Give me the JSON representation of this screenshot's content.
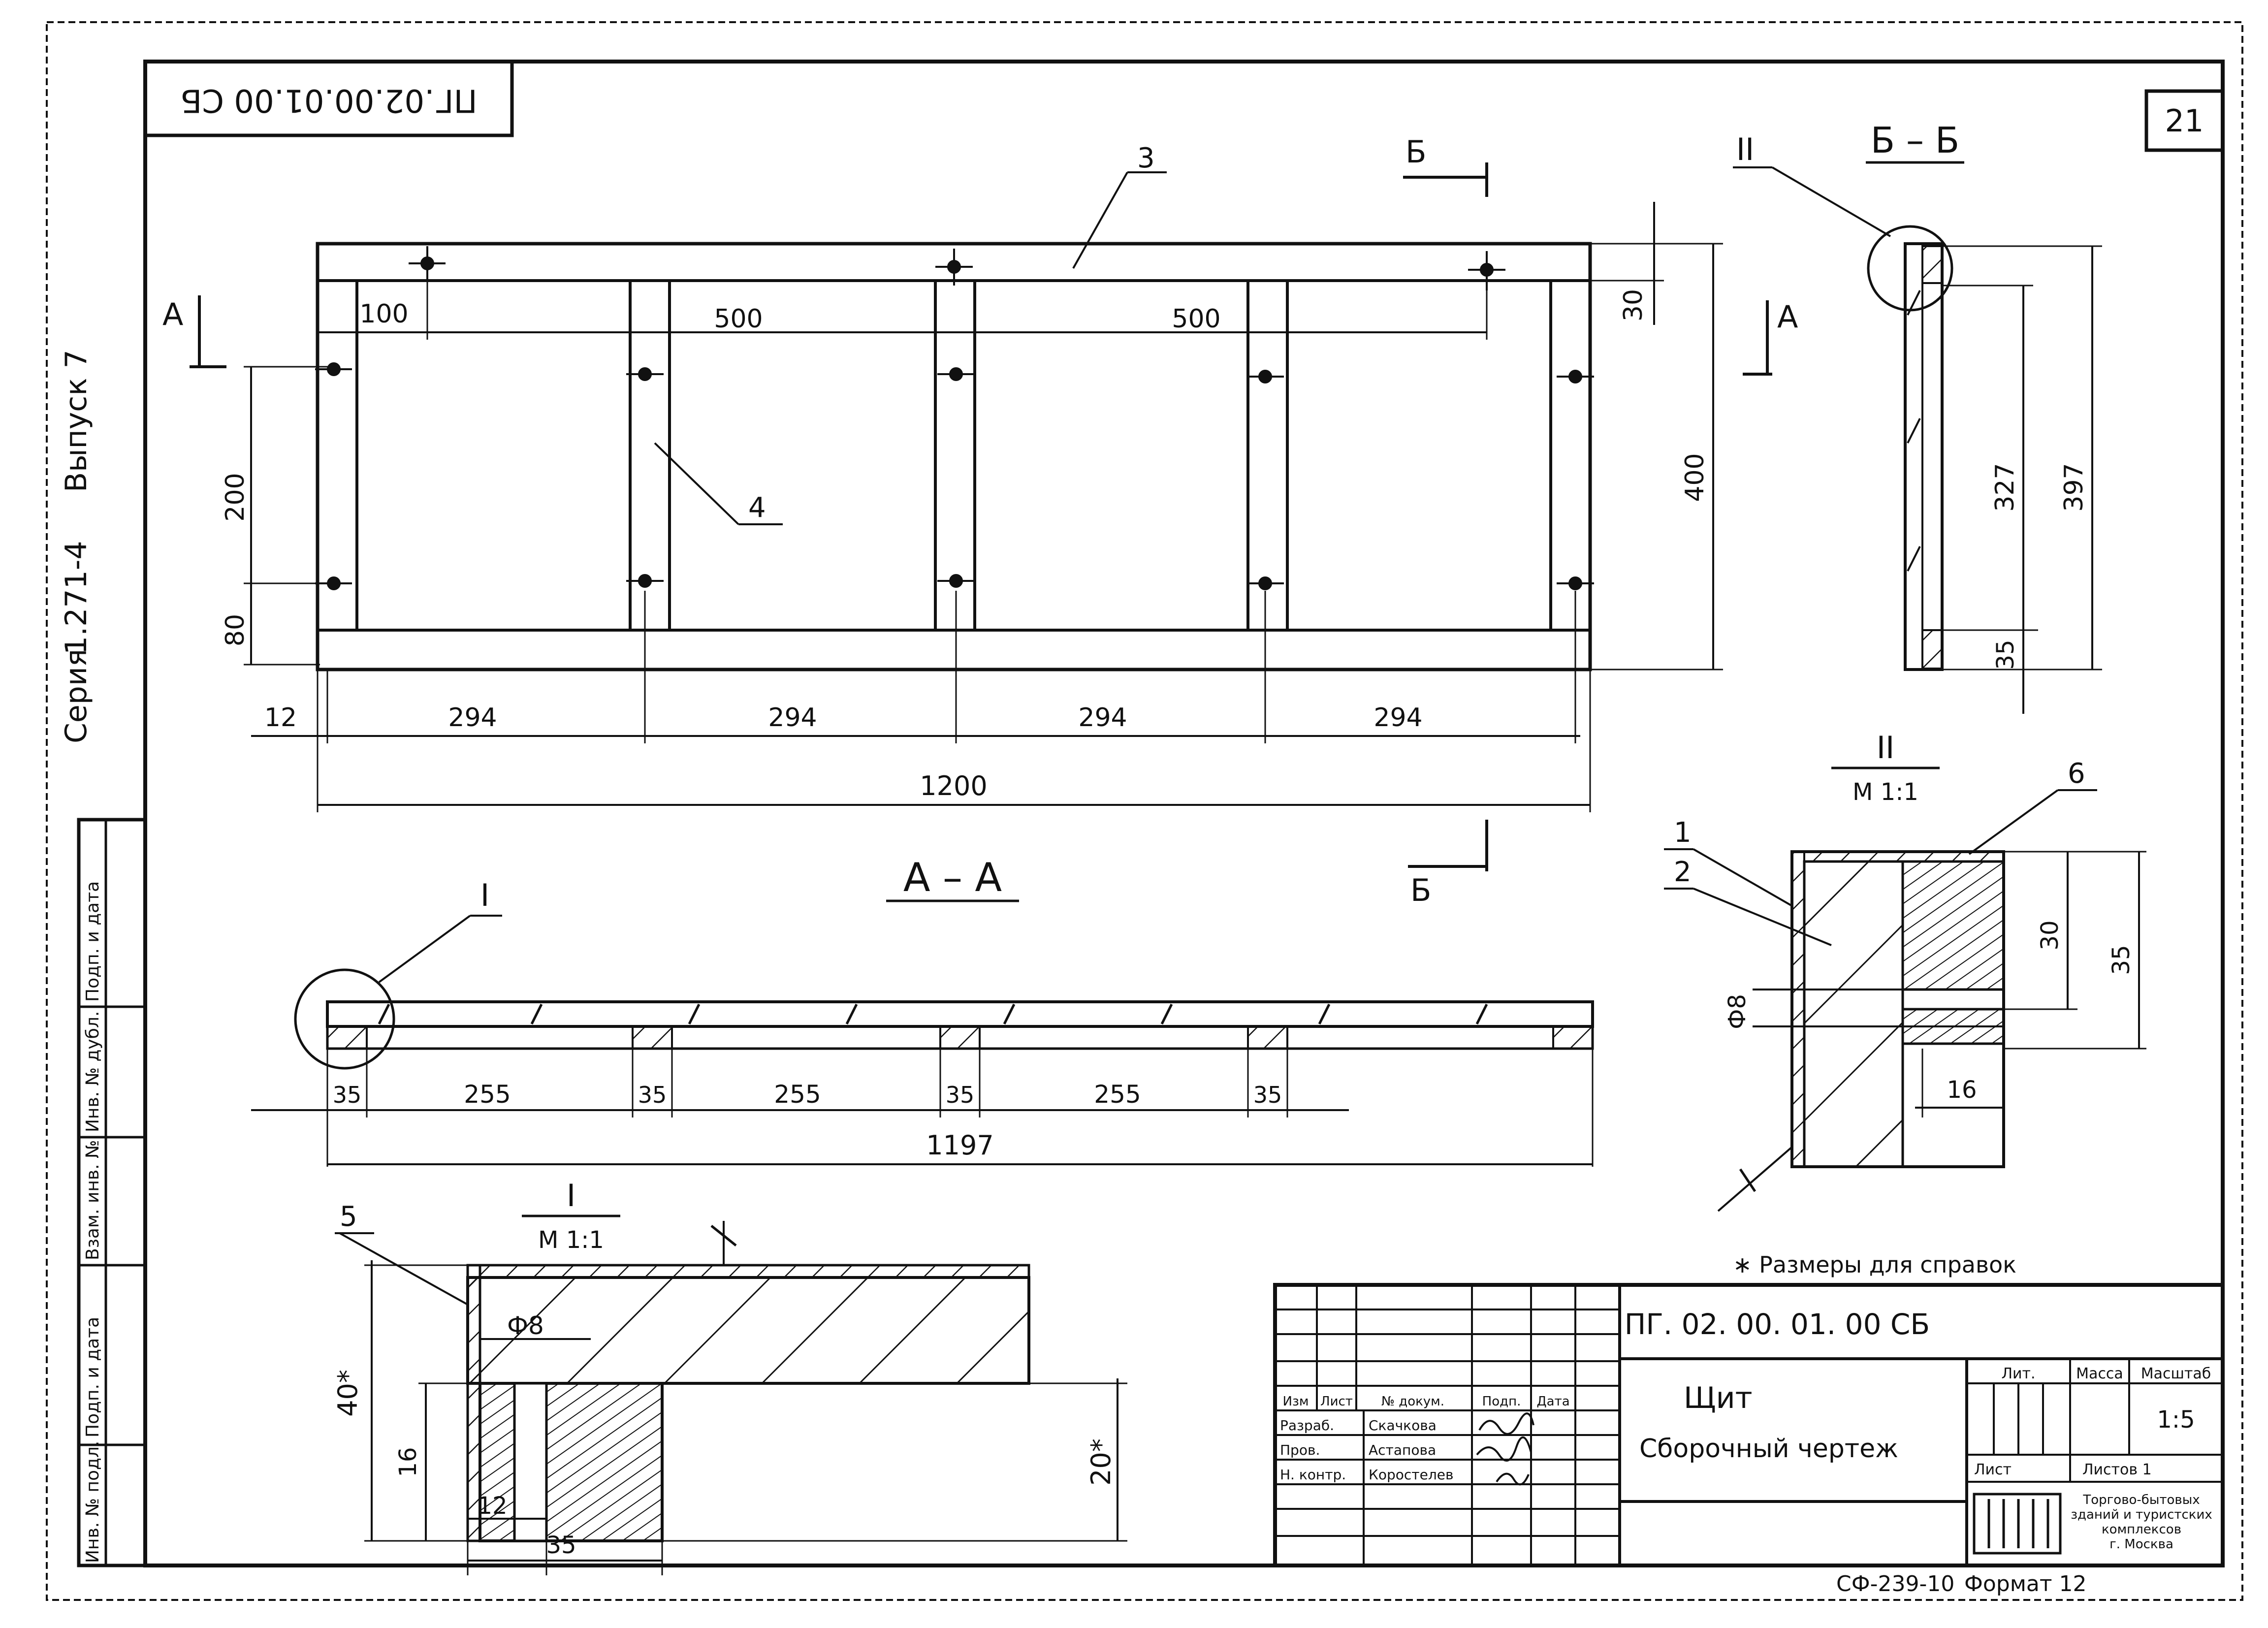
{
  "sheet": {
    "number": "21",
    "code_rotated": "ПГ.02.00.01.00 СБ",
    "series": "Серия",
    "series_number": "1.271-4",
    "issue": "Выпуск 7",
    "footer_code": "СФ-239-10",
    "format": "Формат 12",
    "note": "∗ Размеры для справок"
  },
  "left_stamp": [
    "Инв. № подл.",
    "Подп. и дата",
    "Взам. инв. №",
    "Инв. № дубл.",
    "Подп. и дата"
  ],
  "plan_view": {
    "part_labels": [
      "3",
      "4"
    ],
    "section_marks": [
      "А",
      "А",
      "Б",
      "Б"
    ],
    "dims": {
      "d100": "100",
      "d500a": "500",
      "d500b": "500",
      "d200": "200",
      "d80": "80",
      "d30": "30",
      "d400": "400",
      "d12": "12",
      "d294a": "294",
      "d294b": "294",
      "d294c": "294",
      "d294d": "294",
      "d1200": "1200"
    }
  },
  "section_bb": {
    "title": "Б – Б",
    "callout": "II",
    "dims": {
      "d327": "327",
      "d397": "397",
      "d35": "35"
    }
  },
  "section_aa": {
    "title": "А – А",
    "callout": "I",
    "dims": {
      "d35a": "35",
      "d255a": "255",
      "d35b": "35",
      "d255b": "255",
      "d35c": "35",
      "d255c": "255",
      "d35d": "35",
      "d1197": "1197"
    }
  },
  "detail_1": {
    "title": "I",
    "scale": "М 1:1",
    "part_label": "5",
    "dims": {
      "d40": "40*",
      "d16": "16",
      "dphi8": "Ф8",
      "d12": "12",
      "d35": "35",
      "d20": "20*"
    }
  },
  "detail_2": {
    "title": "II",
    "scale": "М 1:1",
    "part_labels": [
      "1",
      "2",
      "6"
    ],
    "dims": {
      "dphi8": "Ф8",
      "d30": "30",
      "d35": "35",
      "d16": "16"
    }
  },
  "title_block": {
    "designation": "ПГ. 02. 00. 01. 00 СБ",
    "name_line1": "Щит",
    "name_line2": "Сборочный чертеж",
    "headers": [
      "Изм",
      "Лист",
      "№ докум.",
      "Подп.",
      "Дата"
    ],
    "roles": [
      "Разраб.",
      "Пров.",
      "Н. контр."
    ],
    "persons": [
      "Скачкова",
      "Астапова",
      "Коростелев"
    ],
    "col_lit": "Лит.",
    "col_mass": "Масса",
    "col_scale": "Масштаб",
    "scale_value": "1:5",
    "sheet_label": "Лист",
    "sheets_label": "Листов 1",
    "org": [
      "Торгово-бытовых",
      "зданий и туристских",
      "комплексов",
      "г. Москва"
    ]
  }
}
